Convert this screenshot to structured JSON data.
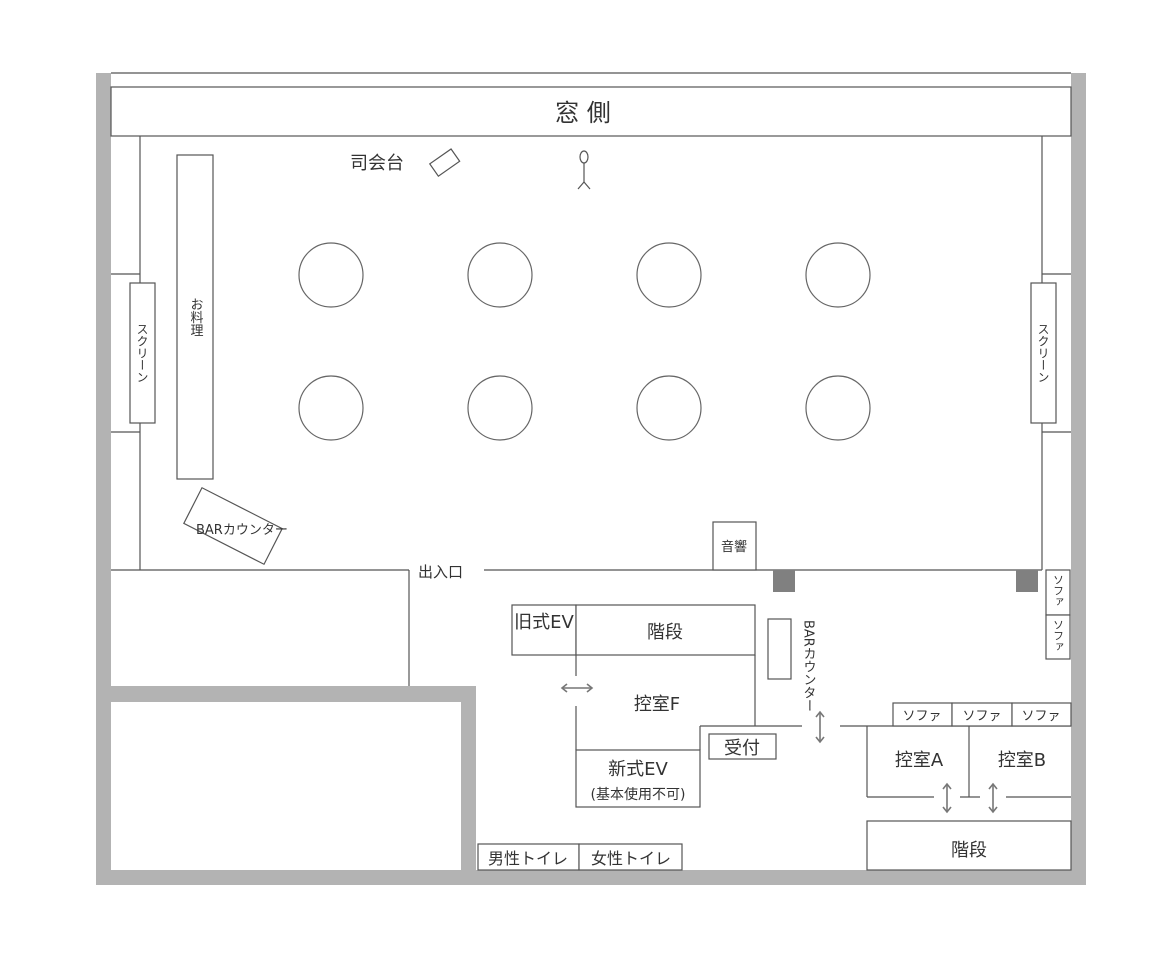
{
  "floor_plan": {
    "window_side": "窓 側",
    "mc_stand": "司会台",
    "food": "お料理",
    "screen_left": "スクリーン",
    "screen_right": "スクリーン",
    "bar_counter_left": "BARカウンター",
    "bar_counter_right": "BARカウンター",
    "entrance": "出入口",
    "sound": "音響",
    "old_ev": "旧式EV",
    "stairs_center": "階段",
    "waiting_room_f": "控室F",
    "new_ev": "新式EV",
    "new_ev_note": "(基本使用不可)",
    "reception": "受付",
    "waiting_room_a": "控室A",
    "waiting_room_b": "控室B",
    "stairs_right": "階段",
    "sofa": "ソファ",
    "men_toilet": "男性トイレ",
    "women_toilet": "女性トイレ",
    "colors": {
      "wall": "#b3b3b3",
      "line": "#555555",
      "pillar": "#808080"
    }
  }
}
